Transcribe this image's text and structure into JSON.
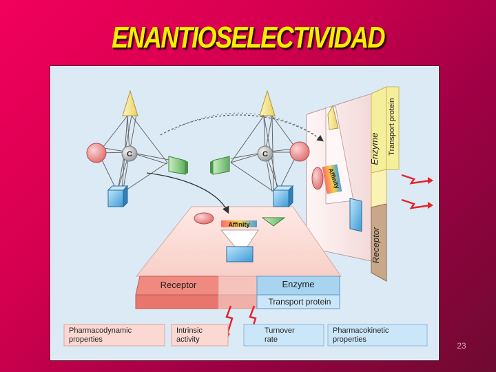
{
  "slide": {
    "title": "ENANTIOSELECTIVIDAD",
    "page_number": "23"
  },
  "diagram": {
    "center_atom_label": "C",
    "affinity_label": "Affinity",
    "sides": {
      "receptor": "Receptor",
      "enzyme": "Enzyme",
      "transport_protein": "Transport protein"
    },
    "wall": {
      "enzyme": "Enzyme",
      "transport_protein": "Transport protein",
      "receptor": "Receptor"
    },
    "properties": [
      {
        "id": "pharmacodynamic",
        "line1": "Pharmacodynamic",
        "line2": "properties"
      },
      {
        "id": "intrinsic",
        "line1": "Intrinsic",
        "line2": "activity"
      },
      {
        "id": "turnover",
        "line1": "Turnover",
        "line2": "rate"
      },
      {
        "id": "pharmacokinetic",
        "line1": "Pharmacokinetic",
        "line2": "properties"
      }
    ],
    "colors": {
      "background": "#dbeaf5",
      "yellow_atom": "#f5e89a",
      "green_atom": "#8fce8f",
      "red_atom": "#f08a8a",
      "blue_atom": "#7ec4ee",
      "lightning": "#e8232a",
      "receptor_fill": "#f08a80",
      "enzyme_fill": "#a8d4f0",
      "wall_fill": "#f8e6e6",
      "strip_yellow": "#f5ee9a",
      "strip_brown": "#c9a88a"
    }
  }
}
